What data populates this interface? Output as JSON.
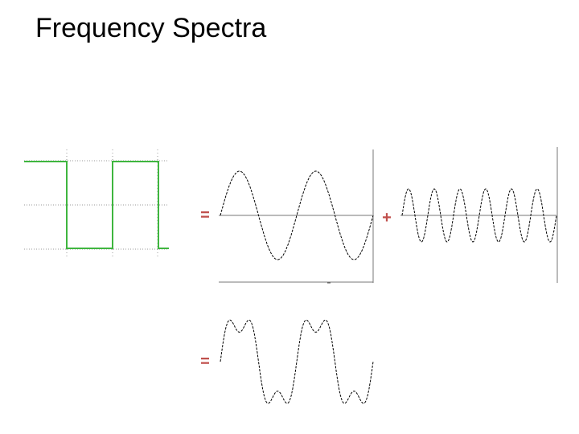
{
  "slide": {
    "title": "Frequency Spectra"
  },
  "operators": {
    "equals_top": "=",
    "plus": "+",
    "equals_bottom": "="
  },
  "colors": {
    "square_wave": "#3fb63f",
    "operator": "#c0504d",
    "wave_line": "#000000",
    "grid_dots": "#9a9a9a",
    "axis": "#777777"
  },
  "waves": {
    "fundamental_cycles": 2,
    "harmonic_cycles": 6,
    "harmonic_relative_frequency": 3
  }
}
